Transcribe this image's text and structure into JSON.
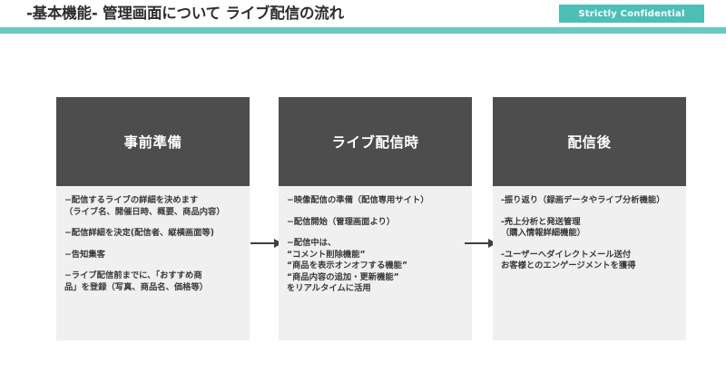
{
  "header": {
    "title": "-基本機能- 管理画面について ライブ配信の流れ",
    "badge_label": "Strictly Confidential",
    "badge_color": "#4cbfb6",
    "rule_color": "#66c9c4"
  },
  "flow": {
    "arrow_icon_name": "arrow-right-icon",
    "columns": [
      {
        "title": "事前準備",
        "bullets": [
          "−配信するライブの詳細を決めます\n（ライブ名、開催日時、概要、商品内容）",
          "−配信詳細を決定(配信者、縦横画面等)",
          "−告知集客",
          "−ライブ配信前までに、「おすすめ商\n品」を登録（写真、商品名、価格等）"
        ]
      },
      {
        "title": "ライブ配信時",
        "bullets": [
          "−映像配信の準備（配信専用サイト）",
          "−配信開始（管理画面より）",
          "−配信中は、\n  “コメント削除機能”\n  “商品を表示オンオフする機能”\n  “商品内容の追加・更新機能”\n  をリアルタイムに活用"
        ]
      },
      {
        "title": "配信後",
        "bullets": [
          "-振り返り（録画データやライブ分析機能）",
          "-売上分析と発送管理\n（購入情報詳細機能）",
          "-ユーザーへダイレクトメール送付\nお客様とのエンゲージメントを獲得"
        ]
      }
    ]
  },
  "colors": {
    "header_box": "#4d4d4d",
    "body_box": "#f0f0f0",
    "text": "#3a3a3a",
    "accent": "#66c9c4"
  }
}
